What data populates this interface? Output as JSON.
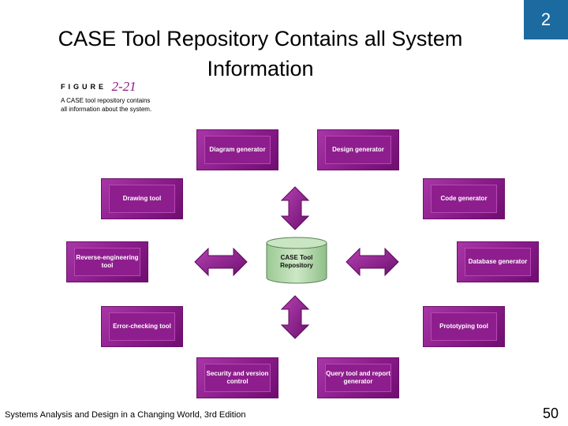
{
  "slide": {
    "title": "CASE Tool Repository Contains all System Information",
    "chapter": "2",
    "footer": "Systems Analysis and Design in a Changing World, 3rd Edition",
    "page_number": "50"
  },
  "figure": {
    "label": "FIGURE",
    "number": "2-21",
    "description": "A CASE tool repository contains all information about the system."
  },
  "diagram": {
    "center": "CASE Tool Repository",
    "tools": {
      "diagram_generator": "Diagram generator",
      "design_generator": "Design generator",
      "drawing_tool": "Drawing tool",
      "code_generator": "Code generator",
      "reverse_engineering_tool": "Reverse-engineering tool",
      "database_generator": "Database generator",
      "error_checking_tool": "Error-checking tool",
      "prototyping_tool": "Prototyping tool",
      "security_version_control": "Security and version control",
      "query_report_generator": "Query tool and report generator"
    },
    "colors": {
      "box": "#8e1e8d",
      "repository": "#b9dcb0",
      "chapter_badge": "#1b6aa0"
    }
  }
}
